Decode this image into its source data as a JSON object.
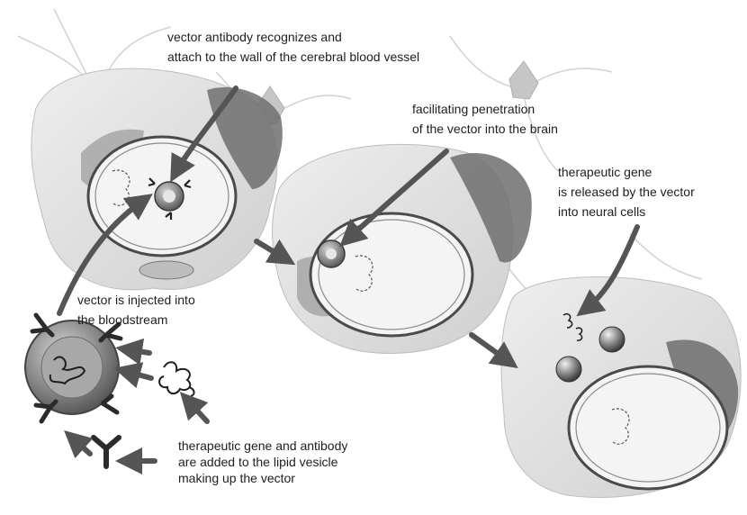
{
  "captions": {
    "antibody_recognizes": [
      "vector antibody recognizes and",
      "attach to the wall of the cerebral blood vessel"
    ],
    "penetration": [
      "facilitating penetration",
      "of the vector into the brain"
    ],
    "gene_released": [
      "therapeutic gene",
      "is released by the vector",
      "into neural cells"
    ],
    "injected": [
      "vector is injected into",
      "the bloodstream"
    ],
    "assembly": [
      "therapeutic gene and antibody",
      "are added to the lipid vesicle",
      "making up the vector"
    ]
  },
  "colors": {
    "arrow": "#555555",
    "vessel_dark": "#6e6e6e",
    "vesicle_outer": "#7a7a7a",
    "vesicle_inner": "#b5b5b5",
    "neuron": "#c9c9c9",
    "tissue": "#d4d4d4"
  }
}
